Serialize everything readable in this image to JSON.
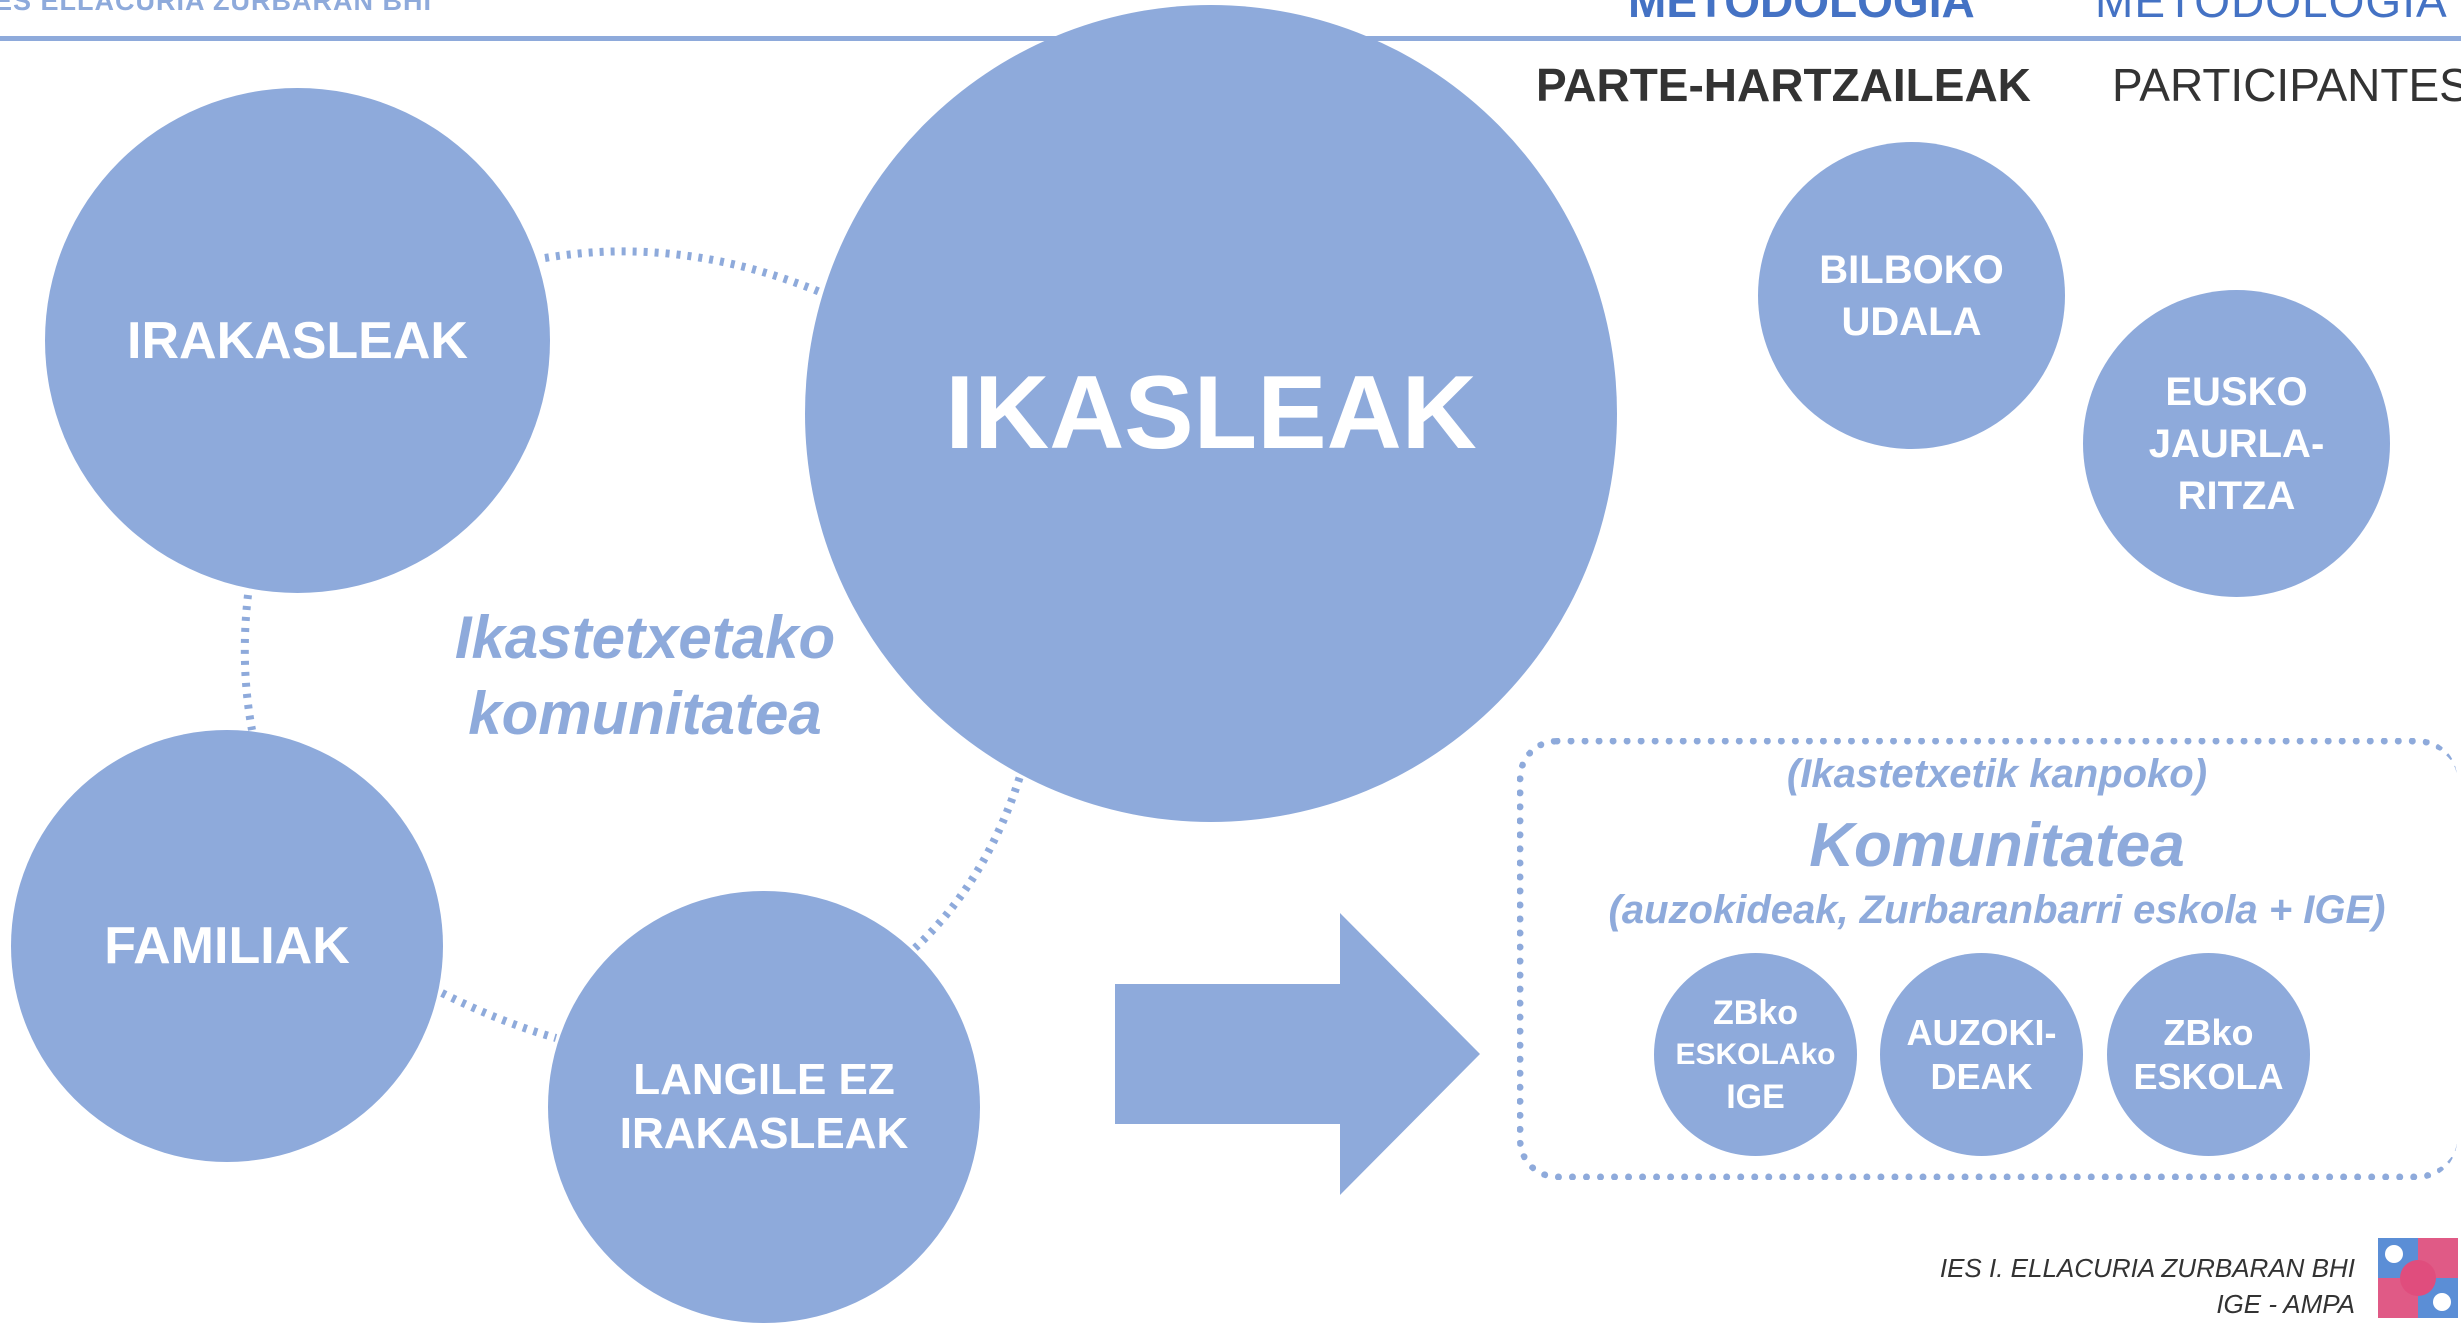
{
  "header": {
    "school": "ES ELLACURIA ZURBARAN BHI",
    "section_eu": "METODOLOGIA",
    "section_es": "METODOLOGÍA",
    "subtitle_eu": "PARTE-HARTZAILEAK",
    "subtitle_es": "PARTICIPANTES"
  },
  "inner_community": {
    "label_line1": "Ikastetxetako",
    "label_line2": "komunitatea",
    "nodes": {
      "irakasleak": "IRAKASLEAK",
      "ikasleak": "IKASLEAK",
      "familiak": "FAMILIAK",
      "langile_line1": "LANGILE EZ",
      "langile_line2": "IRAKASLEAK"
    }
  },
  "institutions": {
    "bilboko_line1": "BILBOKO",
    "bilboko_line2": "UDALA",
    "eusko_line1": "EUSKO",
    "eusko_line2": "JAURLA-",
    "eusko_line3": "RITZA"
  },
  "outer_community": {
    "title_line1": "(Ikastetxetik kanpoko)",
    "title_line2": "Komunitatea",
    "title_line3": "(auzokideak, Zurbaranbarri eskola + IGE)",
    "nodes": {
      "zbko_ige_line1": "ZBko",
      "zbko_ige_line2": "ESKOLAko",
      "zbko_ige_line3": "IGE",
      "auzokideak_line1": "AUZOKI-",
      "auzokideak_line2": "DEAK",
      "zbko_eskola_line1": "ZBko",
      "zbko_eskola_line2": "ESKOLA"
    }
  },
  "footer": {
    "line1": "IES I. ELLACURIA ZURBARAN BHI",
    "line2": "IGE - AMPA"
  },
  "colors": {
    "node_fill": "#8eaadb",
    "node_text": "#ffffff",
    "heading_blue": "#4472c4",
    "dark_text": "#333333"
  }
}
